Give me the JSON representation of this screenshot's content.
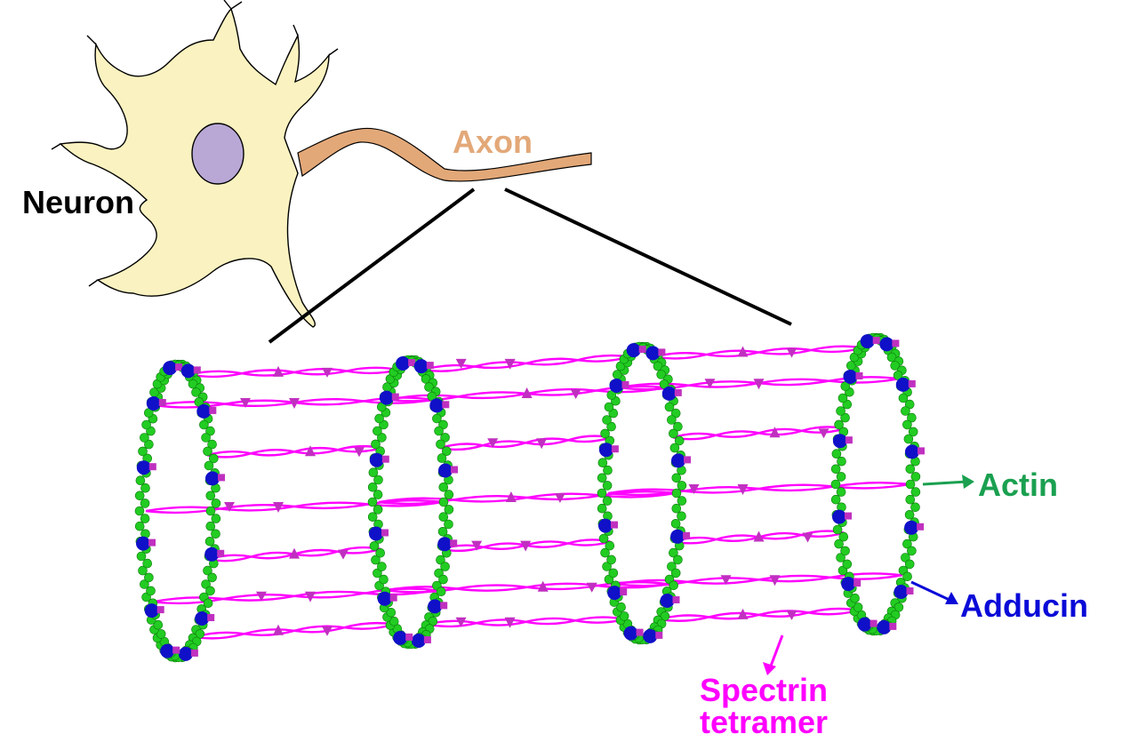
{
  "labels": {
    "neuron": "Neuron",
    "axon": "Axon",
    "actin": "Actin",
    "adducin": "Adducin",
    "spectrin_line1": "Spectrin",
    "spectrin_line2": "tetramer"
  },
  "colors": {
    "neuron_body": "#FAF2C0",
    "nucleus": "#B9A8D6",
    "axon": "#E3A878",
    "actin": "#22CC22",
    "adducin": "#1010C8",
    "spectrin": "#FF00FF",
    "spectrin_markers": "#C030C0",
    "label_neuron": "#000000",
    "label_axon": "#E3A878",
    "label_actin": "#1AA050",
    "label_adducin": "#0A0AD8",
    "label_spectrin": "#FF00FF",
    "zoom_lines": "#000000"
  },
  "structure": {
    "actin_rings": 4,
    "spectrin_rows": 7
  }
}
